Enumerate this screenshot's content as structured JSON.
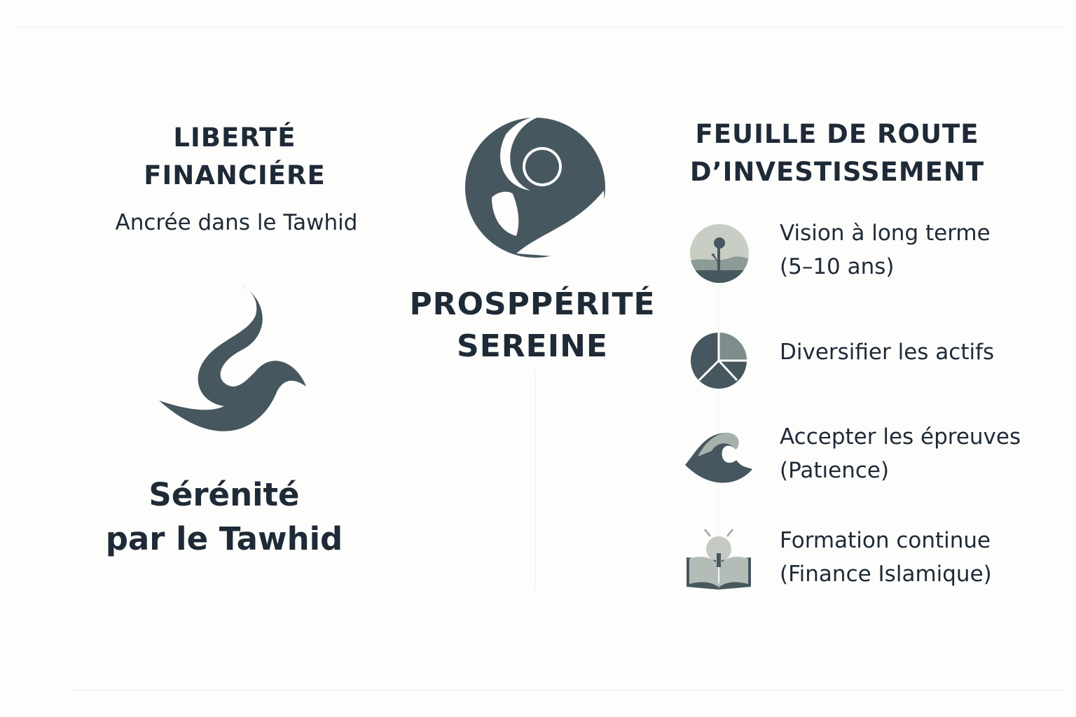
{
  "left": {
    "title_line1": "LIBERTÉ",
    "title_line2": "FINANCIÉRE",
    "subtitle": "Ancrée dans le Tawhid",
    "serenity_line1": "Sérénité",
    "serenity_line2": "par le Tawhid"
  },
  "center": {
    "title_line1": "PROSPPÉRITÉ",
    "title_line2": "SEREINE"
  },
  "right": {
    "title_line1": "FEUILLE DE ROUTE",
    "title_line2": "D’INVESTISSEMENT",
    "items": [
      {
        "line1": "Vision à long terme",
        "line2": "(5–10 ans)",
        "icon": "plant-horizon-icon"
      },
      {
        "line1": "Diversifier les actifs",
        "line2": "",
        "icon": "pie-chart-icon"
      },
      {
        "line1": "Accepter les épreuves",
        "line2": "(Patıence)",
        "icon": "wave-icon"
      },
      {
        "line1": "Formation continue",
        "line2": "(Finance Islamique)",
        "icon": "book-lightbulb-icon"
      }
    ]
  },
  "colors": {
    "text": "#1f2a37",
    "icon_dark": "#46575f",
    "icon_light": "#a7b1ac"
  }
}
